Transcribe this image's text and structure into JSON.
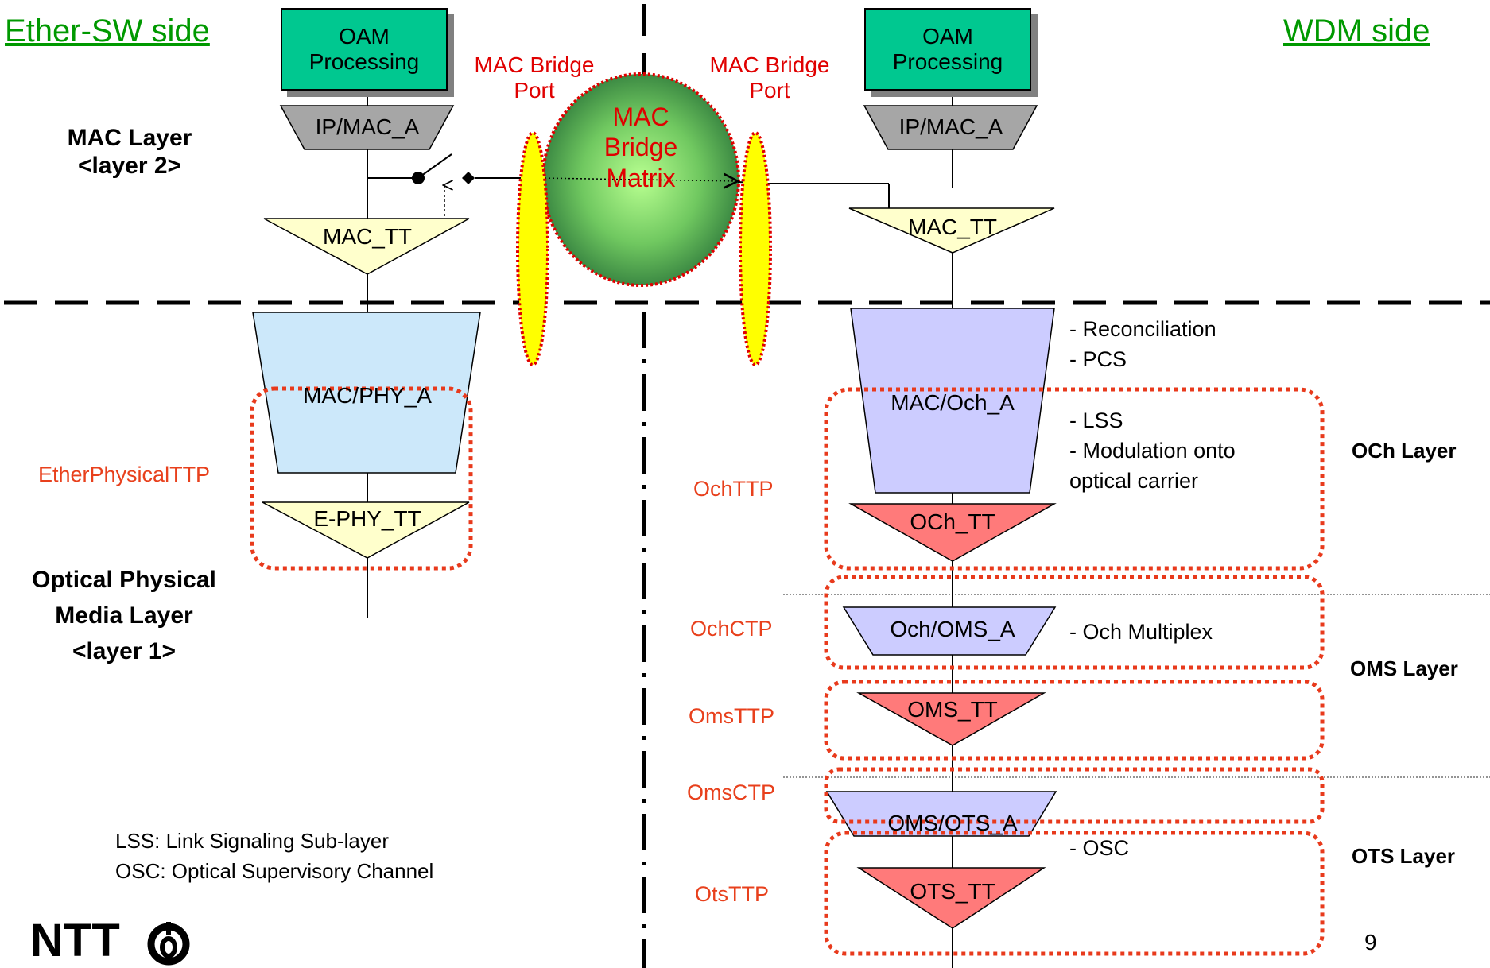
{
  "sides": {
    "left_title": "Ether-SW side",
    "right_title": "WDM side"
  },
  "oam": {
    "left_label": "OAM\nProcessing",
    "right_label": "OAM\nProcessing"
  },
  "layers": {
    "mac_layer": "MAC Layer\n<layer 2>",
    "optical_layer": "Optical Physical\nMedia Layer\n<layer 1>",
    "och_layer": "OCh Layer",
    "oms_layer": "OMS Layer",
    "ots_layer": "OTS Layer"
  },
  "bridge": {
    "left_port": "MAC Bridge\nPort",
    "right_port": "MAC Bridge\nPort",
    "matrix": "MAC\nBridge\nMatrix"
  },
  "functions": {
    "left_ip_mac": "IP/MAC_A",
    "right_ip_mac": "IP/MAC_A",
    "left_mac_tt": "MAC_TT",
    "right_mac_tt": "MAC_TT",
    "mac_phy": "MAC/PHY_A",
    "e_phy_tt": "E-PHY_TT",
    "mac_och": "MAC/Och_A",
    "och_tt": "OCh_TT",
    "och_oms": "Och/OMS_A",
    "oms_tt": "OMS_TT",
    "oms_ots": "OMS/OTS_A",
    "ots_tt": "OTS_TT"
  },
  "termination_points": {
    "ether_physical": "EtherPhysicalTTP",
    "och_ttp": "OchTTP",
    "och_ctp": "OchCTP",
    "oms_ttp": "OmsTTP",
    "oms_ctp": "OmsCTP",
    "ots_ttp": "OtsTTP"
  },
  "notes": {
    "mac_och_desc": "- Reconciliation\n- PCS",
    "lss_desc": "- LSS\n- Modulation onto\noptical carrier",
    "och_mux": "- Och Multiplex",
    "osc": "- OSC"
  },
  "legend": {
    "lss": "LSS: Link Signaling Sub-layer",
    "osc": "OSC: Optical Supervisory Channel"
  },
  "logo": "NTT",
  "page_number": "9",
  "colors": {
    "oam_fill": "#00c890",
    "adaptation_gray": "#a6a6a6",
    "mac_tt_fill": "#ffffcc",
    "mac_phy_fill": "#cce8fa",
    "mac_och_fill": "#ccccff",
    "trail_red": "#ff7a7a",
    "port_yellow": "#ffff00",
    "dotted_red": "#e83a1c",
    "side_green": "#009900"
  }
}
